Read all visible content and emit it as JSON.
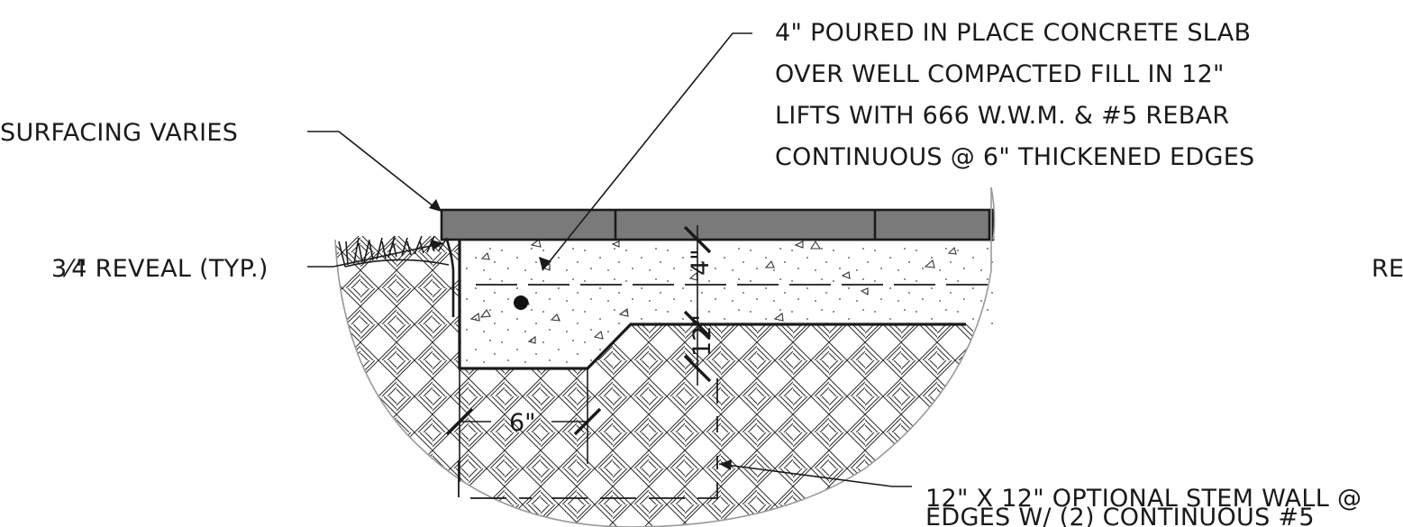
{
  "notes": {
    "slab_line1": "4\" POURED IN PLACE CONCRETE SLAB",
    "slab_line2": "OVER WELL COMPACTED FILL IN 12\"",
    "slab_line3": "LIFTS WITH 666 W.W.M. & #5 REBAR",
    "slab_line4": "CONTINUOUS @ 6\" THICKENED EDGES",
    "surfacing": "SURFACING VARIES",
    "reveal_fraction": "3⁄4",
    "reveal_rest": "\" REVEAL (TYP.)",
    "right_fragment": "RE",
    "stem_line1": "12\" X 12\" OPTIONAL STEM WALL @",
    "stem_line2": "EDGES W/ (2) CONTINUOUS #5"
  },
  "dimensions": {
    "slab_thickness": "4\"",
    "thickened_depth": "12\"",
    "edge_width": "6\""
  },
  "colors": {
    "paver": "#7a7a7a",
    "linework": "#1a1a1a",
    "detail_circle": "#9a9a9a"
  }
}
